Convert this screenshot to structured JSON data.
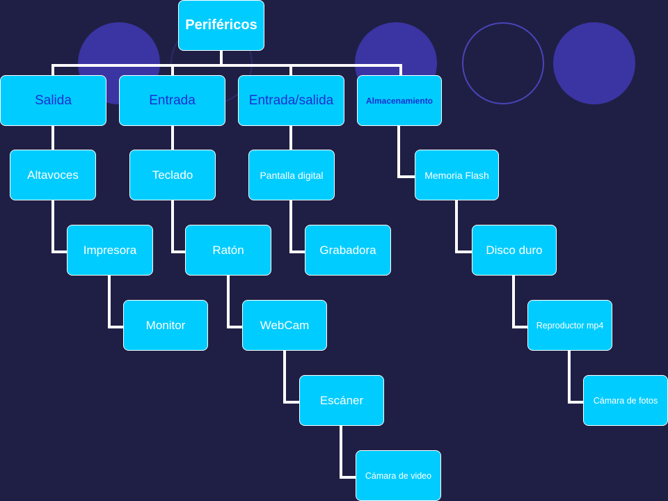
{
  "diagram": {
    "root": {
      "label": "Periféricos"
    },
    "categories": [
      {
        "label": "Salida",
        "items": [
          "Altavoces",
          "Impresora",
          "Monitor"
        ]
      },
      {
        "label": "Entrada",
        "items": [
          "Teclado",
          "Ratón",
          "WebCam",
          "Escáner",
          "Cámara de video"
        ]
      },
      {
        "label": "Entrada/salida",
        "items": [
          "Pantalla digital",
          "Grabadora"
        ]
      },
      {
        "label": "Almacenamiento",
        "items": [
          "Memoria Flash",
          "Disco duro",
          "Reproductor mp4",
          "Cámara de fotos"
        ]
      }
    ]
  },
  "colors": {
    "background": "#1f1f45",
    "node_fill": "#00ccff",
    "node_border": "#ffffff",
    "category_text": "#1a2fd0",
    "item_text": "#ffffff",
    "decor_circle": "#3b34a3"
  }
}
